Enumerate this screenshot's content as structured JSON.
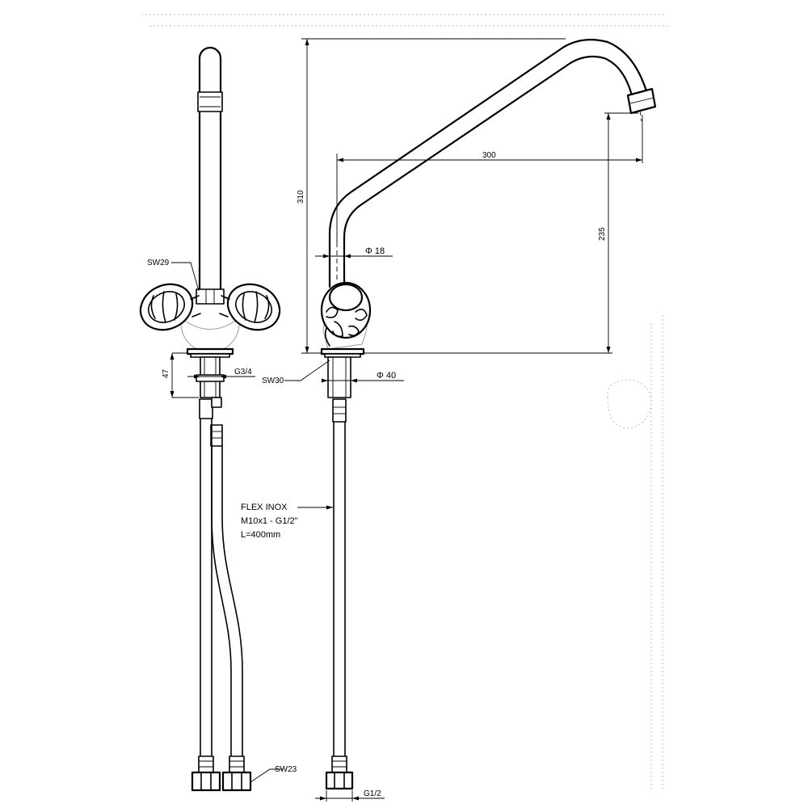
{
  "dimensions": {
    "total_height": "310",
    "spout_reach": "300",
    "outlet_height": "235",
    "spout_diameter": "Φ 18",
    "body_diameter": "Φ 40",
    "shank_length": "47",
    "shank_thread": "G3/4",
    "hose_thread": "G1/2"
  },
  "wrench_sizes": {
    "handle_nut": "SW29",
    "body_nut": "SW30",
    "hose_nut": "SW23"
  },
  "hose_note": {
    "line1": "FLEX INOX",
    "line2": "M10x1 - G1/2\"",
    "line3": "L=400mm"
  }
}
